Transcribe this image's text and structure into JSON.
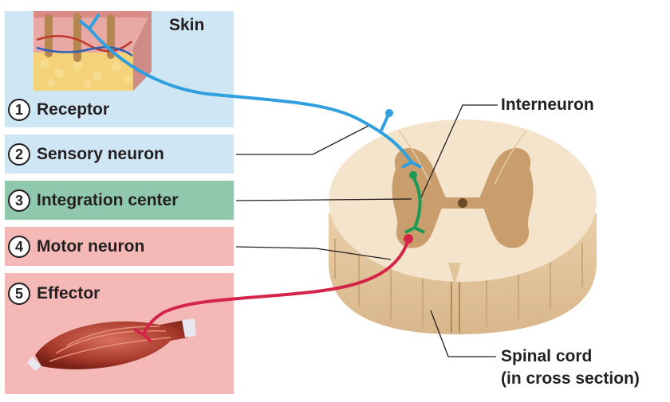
{
  "colors": {
    "receptor_bg": "#cfe6f4",
    "integration_bg": "#8fc8ad",
    "motor_bg": "#f4b9b6",
    "sensory_line": "#2f9fde",
    "interneuron_line": "#1a9a56",
    "motor_line": "#d4244a",
    "cord_white": "#f4e4cc",
    "cord_gray": "#c99e6c"
  },
  "panels": [
    {
      "num": "1",
      "label": "Receptor"
    },
    {
      "num": "2",
      "label": "Sensory neuron"
    },
    {
      "num": "3",
      "label": "Integration center"
    },
    {
      "num": "4",
      "label": "Motor neuron"
    },
    {
      "num": "5",
      "label": "Effector"
    }
  ],
  "labels": {
    "skin": "Skin",
    "interneuron": "Interneuron",
    "spinal_cord_line1": "Spinal cord",
    "spinal_cord_line2": "(in cross section)"
  },
  "icons": [
    "skin-tissue-icon",
    "muscle-icon",
    "spinal-cord-icon"
  ]
}
